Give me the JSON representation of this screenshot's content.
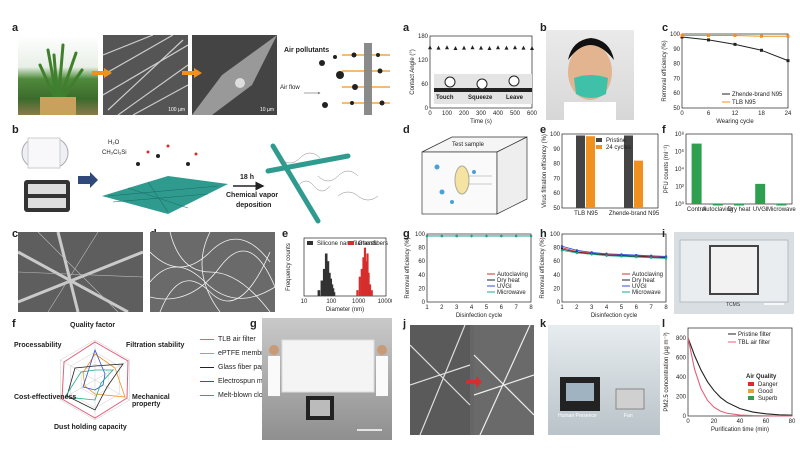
{
  "left_figure": {
    "panel_a": {
      "label": "a",
      "air_pollutants": "Air pollutants",
      "air_flow": "Air flow",
      "scale_1": "100 µm",
      "scale_2": "10 µm"
    },
    "panel_b": {
      "label": "b",
      "water": "H₂O",
      "precursor": "CH₃Cl₃Si",
      "time": "18 h",
      "process_line1": "Chemical vapor",
      "process_line2": "deposition"
    },
    "panel_c": {
      "label": "c"
    },
    "panel_d": {
      "label": "d"
    },
    "panel_e": {
      "label": "e",
      "xlabel": "Diameter (nm)",
      "ylabel": "Frequency counts",
      "legend": [
        "Silicone nanofilaments",
        "Glassfibers"
      ],
      "xticks": [
        "10",
        "100",
        "1000",
        "10000"
      ]
    },
    "panel_f": {
      "label": "f",
      "axes": [
        "Quality factor",
        "Filtration stability",
        "Mechanical property",
        "Dust holding capacity",
        "Cost-effectiveness",
        "Processability"
      ],
      "legend": [
        "TLB air filter",
        "ePTFE membrane",
        "Glass fiber paper",
        "Electrospun mat",
        "Melt-blown cloth"
      ]
    },
    "panel_g": {
      "label": "g"
    }
  },
  "right_figure": {
    "panel_a": {
      "label": "a",
      "ylabel": "Contact Angle (°)",
      "xlabel": "Time (s)",
      "steps": [
        "Touch",
        "Squeeze",
        "Leave"
      ]
    },
    "panel_b": {
      "label": "b"
    },
    "panel_c": {
      "label": "c",
      "ylabel": "Removal efficiency (%)",
      "xlabel": "Wearing cycle",
      "legend": [
        "Zhende-brand N95",
        "TLB N95"
      ]
    },
    "panel_d": {
      "label": "d",
      "sample": "Test sample"
    },
    "panel_e": {
      "label": "e",
      "ylabel": "Virus filtration efficiency (%)",
      "legend": [
        "Pristine",
        "24 cycles"
      ],
      "categories": [
        "TLB N95",
        "Zhende-brand N95"
      ]
    },
    "panel_f": {
      "label": "f",
      "ylabel": "PFU counts (ml⁻¹)",
      "categories": [
        "Control",
        "Autoclaving",
        "Dry heat",
        "UVGI",
        "Microwave"
      ]
    },
    "panel_g": {
      "label": "g",
      "ylabel": "Removal efficiency (%)",
      "xlabel": "Disinfection cycle",
      "legend": [
        "Autoclaving",
        "Dry heat",
        "UVGI",
        "Microwave"
      ]
    },
    "panel_h": {
      "label": "h",
      "ylabel": "Removal efficiency (%)",
      "xlabel": "Disinfection cycle",
      "legend": [
        "Autoclaving",
        "Dry heat",
        "UVGI",
        "Microwave"
      ]
    },
    "panel_i": {
      "label": "i",
      "caption": "TCMS"
    },
    "panel_j": {
      "label": "j"
    },
    "panel_k": {
      "label": "k",
      "caption1": "Human Presence",
      "caption2": "Fan"
    },
    "panel_l": {
      "label": "l",
      "ylabel": "PM2.5 concentration (µg m⁻³)",
      "xlabel": "Purification time (min)",
      "legend": [
        "Pristine filter",
        "TBL air filter"
      ],
      "aq_title": "Air Quality",
      "aq_levels": [
        "Danger",
        "Good",
        "Superb"
      ]
    }
  },
  "chart_data": [
    {
      "type": "bar",
      "title": "",
      "xlabel": "Diameter (nm)",
      "ylabel": "Frequency counts",
      "x_scale": "log",
      "xlim": [
        10,
        10000
      ],
      "ylim": [
        0,
        30
      ],
      "series": [
        {
          "name": "Silicone nanofilaments",
          "color": "#333333",
          "x": [
            35,
            45,
            55,
            65,
            75,
            85,
            95,
            105,
            115,
            125
          ],
          "values": [
            3,
            8,
            14,
            22,
            18,
            12,
            9,
            6,
            4,
            2
          ]
        },
        {
          "name": "Glassfibers",
          "color": "#d62d2d",
          "x": [
            900,
            1100,
            1300,
            1500,
            1700,
            1900,
            2100,
            2300,
            2600,
            3000
          ],
          "values": [
            3,
            10,
            14,
            20,
            25,
            18,
            22,
            12,
            6,
            3
          ]
        }
      ]
    },
    {
      "type": "line",
      "xlabel": "Time (s)",
      "ylabel": "Contact Angle (°)",
      "xlim": [
        0,
        600
      ],
      "ylim": [
        0,
        180
      ],
      "x": [
        0,
        50,
        100,
        150,
        200,
        250,
        300,
        350,
        400,
        450,
        500,
        550,
        600
      ],
      "series": [
        {
          "values": [
            152,
            151,
            152,
            150,
            151,
            152,
            151,
            150,
            152,
            151,
            152,
            151,
            150
          ]
        }
      ]
    },
    {
      "type": "line",
      "xlabel": "Wearing cycle",
      "ylabel": "Removal efficiency (%)",
      "xlim": [
        0,
        24
      ],
      "ylim": [
        50,
        100
      ],
      "x": [
        0,
        6,
        12,
        18,
        24
      ],
      "series": [
        {
          "name": "Zhende-brand N95",
          "color": "#222222",
          "values": [
            98,
            96,
            93,
            89,
            82
          ]
        },
        {
          "name": "TLB N95",
          "color": "#f0901e",
          "values": [
            99,
            99,
            99,
            98.5,
            98.5
          ]
        }
      ]
    },
    {
      "type": "bar",
      "ylabel": "Virus filtration efficiency (%)",
      "ylim": [
        50,
        100
      ],
      "categories": [
        "TLB N95",
        "Zhende-brand N95"
      ],
      "series": [
        {
          "name": "Pristine",
          "color": "#444444",
          "values": [
            99,
            99
          ]
        },
        {
          "name": "24 cycles",
          "color": "#f0901e",
          "values": [
            98.5,
            82
          ]
        }
      ]
    },
    {
      "type": "bar",
      "ylabel": "PFU counts (ml⁻¹)",
      "y_scale": "log",
      "categories": [
        "Control",
        "Autoclaving",
        "Dry heat",
        "UVGI",
        "Microwave"
      ],
      "series": [
        {
          "color": "#2e9e4f",
          "values": [
            8000000,
            1,
            1,
            200,
            1
          ]
        }
      ]
    },
    {
      "type": "line",
      "xlabel": "Disinfection cycle",
      "ylabel": "Removal efficiency (%)",
      "xlim": [
        1,
        8
      ],
      "ylim": [
        0,
        100
      ],
      "x": [
        1,
        2,
        3,
        4,
        5,
        6,
        7,
        8
      ],
      "series": [
        {
          "name": "Autoclaving",
          "color": "#d62d2d",
          "values": [
            97,
            97,
            97,
            97,
            97,
            97,
            97,
            97
          ]
        },
        {
          "name": "Dry heat",
          "color": "#222222",
          "values": [
            97,
            97,
            97,
            97,
            97,
            97,
            97,
            97
          ]
        },
        {
          "name": "UVGI",
          "color": "#2f4fd6",
          "values": [
            97,
            97,
            97,
            97,
            97,
            97,
            97,
            97
          ]
        },
        {
          "name": "Microwave",
          "color": "#1fa88a",
          "values": [
            97,
            97,
            97,
            97,
            97,
            97,
            97,
            97
          ]
        }
      ]
    },
    {
      "type": "line",
      "xlabel": "Disinfection cycle",
      "ylabel": "Removal efficiency (%)",
      "xlim": [
        1,
        8
      ],
      "ylim": [
        0,
        100
      ],
      "x": [
        1,
        2,
        3,
        4,
        5,
        6,
        7,
        8
      ],
      "series": [
        {
          "name": "Autoclaving",
          "color": "#d62d2d",
          "values": [
            80,
            74,
            72,
            70,
            69,
            68,
            67,
            66
          ]
        },
        {
          "name": "Dry heat",
          "color": "#222222",
          "values": [
            78,
            73,
            71,
            69,
            68,
            67,
            66,
            65
          ]
        },
        {
          "name": "UVGI",
          "color": "#2f4fd6",
          "values": [
            82,
            76,
            73,
            71,
            70,
            69,
            68,
            67
          ]
        },
        {
          "name": "Microwave",
          "color": "#1fa88a",
          "values": [
            76,
            72,
            70,
            68,
            67,
            66,
            65,
            64
          ]
        }
      ]
    },
    {
      "type": "line",
      "xlabel": "Purification time (min)",
      "ylabel": "PM2.5 concentration (µg m⁻³)",
      "xlim": [
        0,
        80
      ],
      "ylim": [
        0,
        900
      ],
      "x": [
        0,
        5,
        10,
        15,
        20,
        25,
        30,
        40,
        50,
        60,
        70,
        80
      ],
      "series": [
        {
          "name": "Pristine filter",
          "color": "#222222",
          "values": [
            800,
            620,
            470,
            350,
            260,
            190,
            140,
            75,
            40,
            22,
            12,
            8
          ]
        },
        {
          "name": "TBL air filter",
          "color": "#e0607a",
          "values": [
            800,
            480,
            280,
            160,
            90,
            50,
            28,
            10,
            4,
            2,
            1,
            1
          ]
        }
      ]
    }
  ]
}
